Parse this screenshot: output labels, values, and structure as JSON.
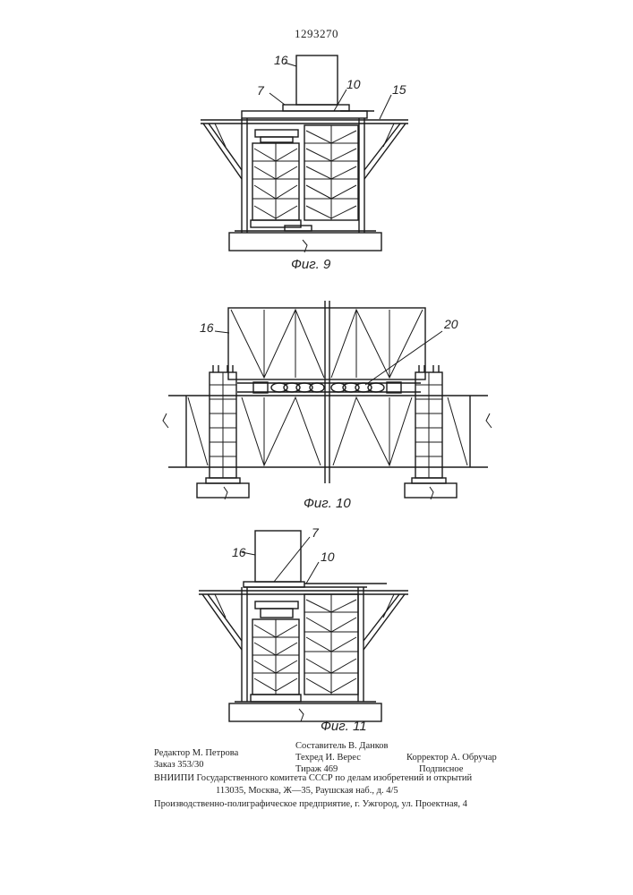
{
  "patent_number": "1293270",
  "figures": {
    "fig9": {
      "caption": "Фиг. 9",
      "labels": {
        "l16": "16",
        "l7": "7",
        "l10": "10",
        "l15": "15"
      }
    },
    "fig10": {
      "caption": "Фиг. 10",
      "labels": {
        "l16": "16",
        "l20": "20"
      }
    },
    "fig11": {
      "caption": "Фиг. 11",
      "labels": {
        "l16": "16",
        "l7": "7",
        "l10": "10"
      }
    }
  },
  "footer": {
    "editor": "Редактор М. Петрова",
    "order": "Заказ 353/30",
    "compiler": "Составитель В. Данков",
    "techred": "Техред И. Верес",
    "circulation": "Тираж 469",
    "corrector": "Корректор А. Обручар",
    "subscription": "Подписное",
    "vniipi": "ВНИИПИ Государственного комитета СССР по делам изобретений и открытий",
    "address": "113035, Москва, Ж—35, Раушская наб., д. 4/5",
    "printer": "Производственно-полиграфическое предприятие, г. Ужгород, ул. Проектная, 4"
  }
}
